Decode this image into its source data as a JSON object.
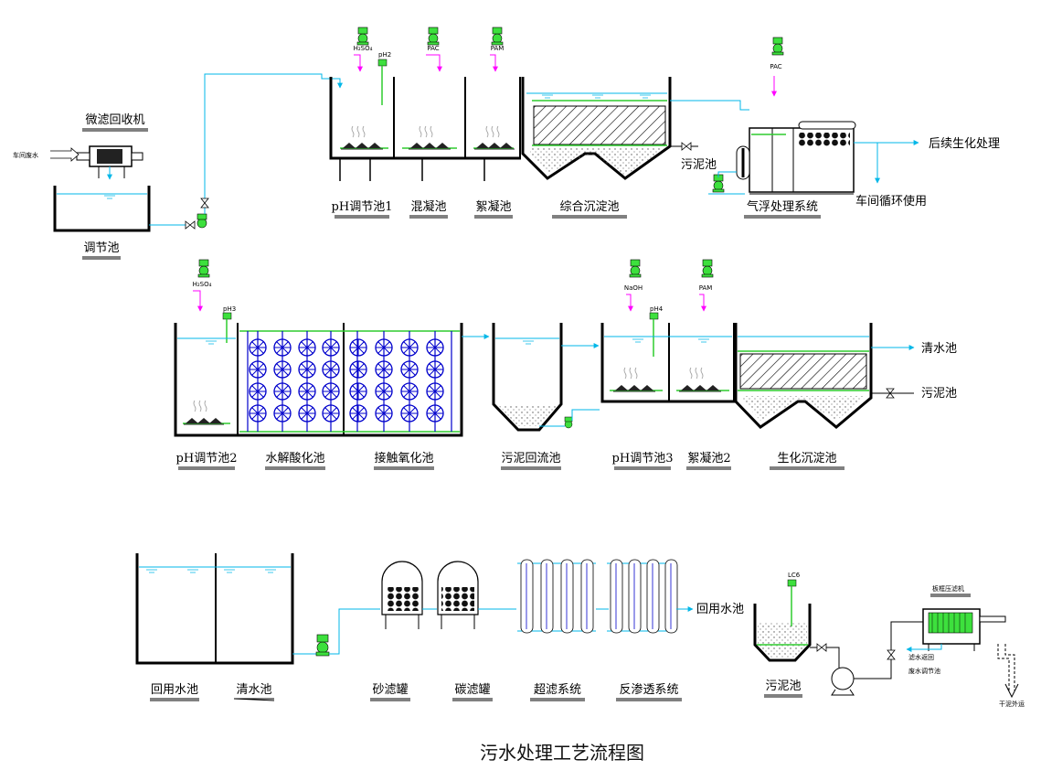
{
  "title": "污水处理工艺流程图",
  "labels": {
    "micro_filter": "微滤回收机",
    "workshop_water": "车间废水",
    "adjust_tank": "调节池",
    "ph1": "pH调节池1",
    "coag": "混凝池",
    "floc": "絮凝池",
    "comp_settle": "综合沉淀池",
    "sludge_top": "污泥池",
    "daf": "气浮处理系统",
    "next_bio": "后续生化处理",
    "recycle": "车间循环使用",
    "ph2": "pH调节池2",
    "hydrolysis": "水解酸化池",
    "contact_ox": "接触氧化池",
    "sludge_return": "污泥回流池",
    "ph3": "pH调节池3",
    "floc2": "絮凝池2",
    "bio_settle": "生化沉淀池",
    "clear_tank_r": "清水池",
    "sludge_mid": "污泥池",
    "reuse_tank": "回用水池",
    "clear_tank": "清水池",
    "sand_filter": "砂滤罐",
    "carbon_filter": "碳滤罐",
    "uf": "超滤系统",
    "ro": "反渗透系统",
    "reuse_out": "回用水池",
    "sludge_bottom": "污泥池",
    "filter_press": "板框压滤机",
    "filtrate_return": "滤水返回",
    "to_adjust": "废水调节池",
    "dry_sludge": "干泥外运"
  },
  "chemicals": {
    "h2so4_1": "H₂SO₄",
    "pac_1": "PAC",
    "pam_1": "PAM",
    "pac_2": "PAC",
    "h2so4_2": "H₂SO₄",
    "naoh": "NaOH",
    "pam_2": "PAM"
  },
  "sensors": {
    "ph2": "pH2",
    "ph3": "pH3",
    "ph4": "pH4",
    "lc6": "LC6",
    "ph_tag": "pH",
    "lc_tag": "LC"
  },
  "colors": {
    "water": "#00b7e8",
    "dosing": "#ff00ff",
    "instrument": "#2ecc2e",
    "aerator": "#0000cc"
  }
}
